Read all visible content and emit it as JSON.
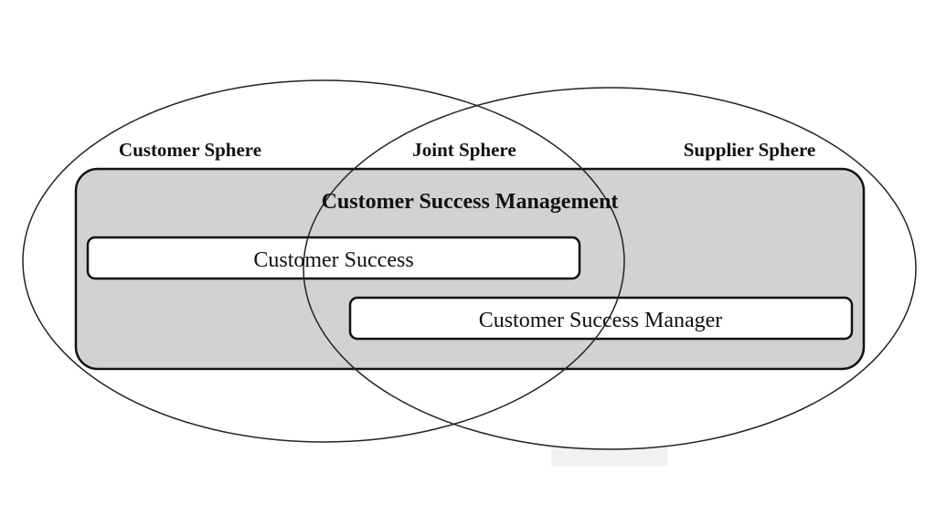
{
  "spheres": {
    "customer": "Customer Sphere",
    "joint": "Joint Sphere",
    "supplier": "Supplier Sphere"
  },
  "management": {
    "title": "Customer Success Management",
    "customer_success": "Customer Success",
    "customer_success_manager": "Customer Success Manager"
  },
  "colors": {
    "management_fill": "#d3d1d2",
    "box_fill": "#ffffff",
    "stroke": "#111111"
  }
}
